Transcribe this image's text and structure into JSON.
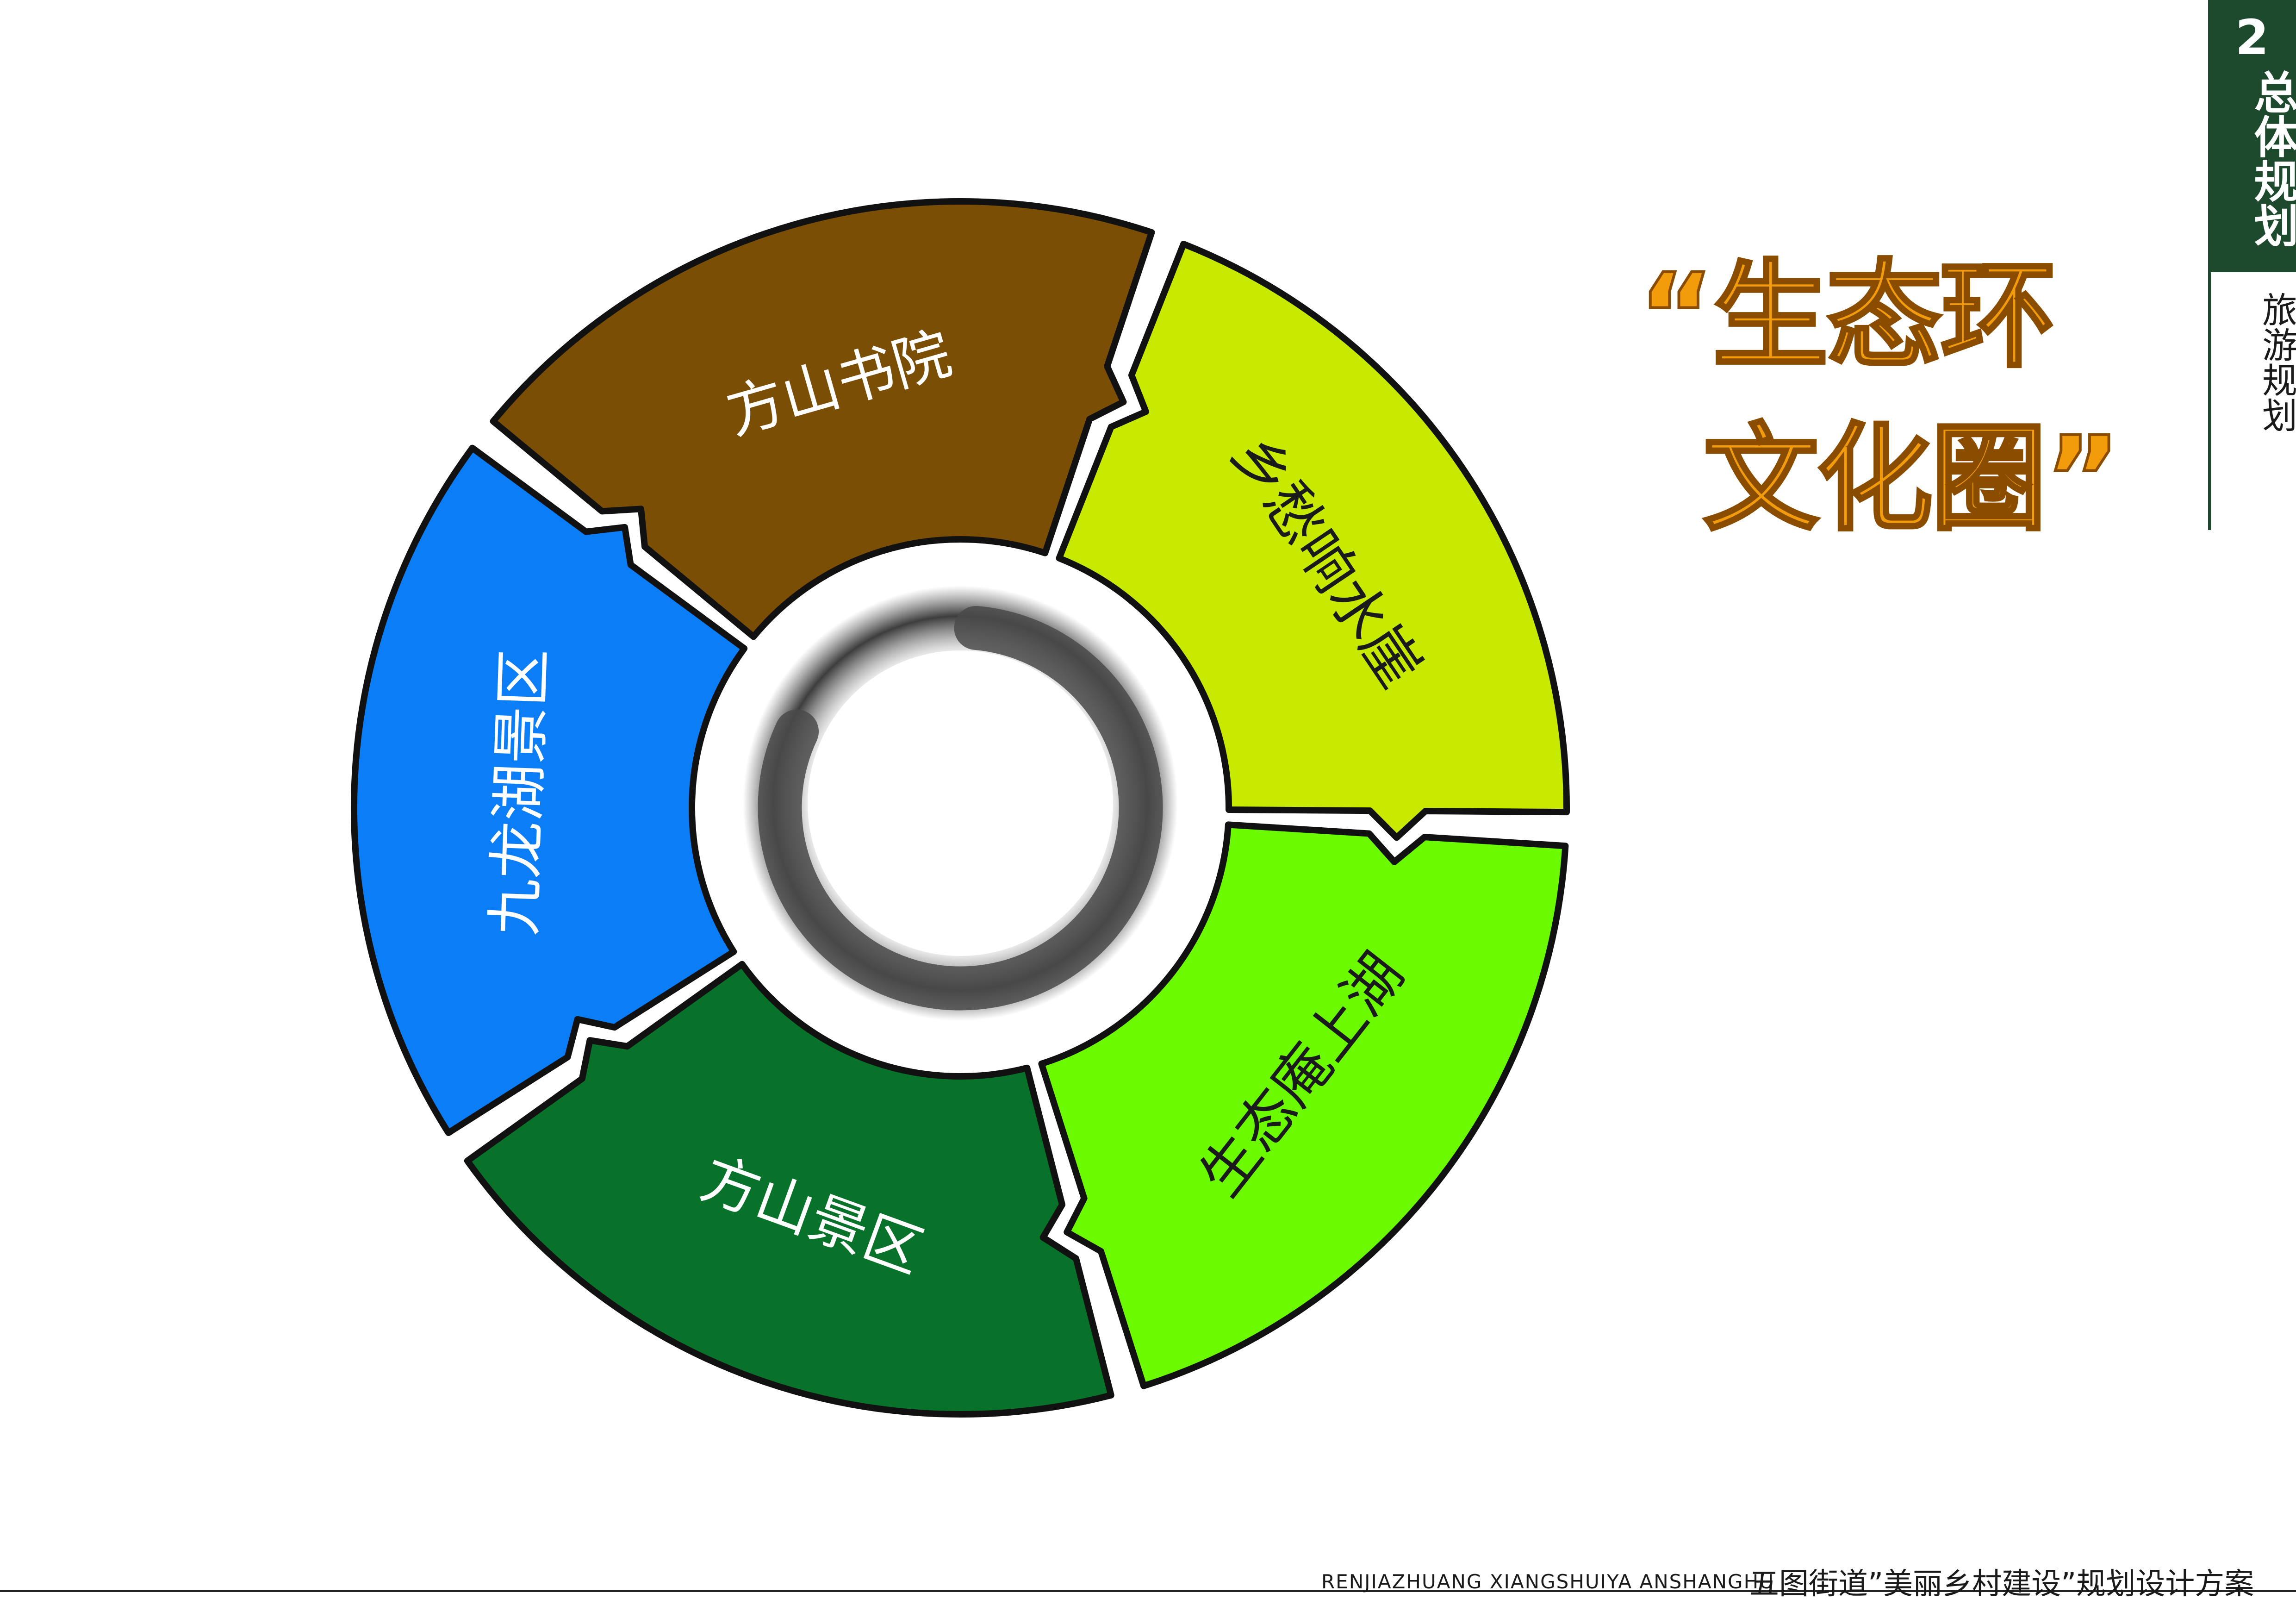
{
  "side_tab": {
    "number": "2",
    "section": "总体规划",
    "subsection": "旅游规划"
  },
  "title": {
    "line1": "“生态环",
    "line2": "文化圈”"
  },
  "ring": {
    "segments": [
      {
        "label": "方山书院",
        "color": "#7b4e05"
      },
      {
        "label": "乡愁响水崖",
        "color": "#c8ea00"
      },
      {
        "label": "生态庵上湖",
        "color": "#6cfa00"
      },
      {
        "label": "方山景区",
        "color": "#08722a"
      },
      {
        "label": "九龙湖景区",
        "color": "#0a7df7"
      }
    ]
  },
  "footer": {
    "english": "RENJIAZHUANG XIANGSHUIYA ANSHANGHU",
    "chinese": "五图街道”美丽乡村建设”规划设计方案"
  }
}
